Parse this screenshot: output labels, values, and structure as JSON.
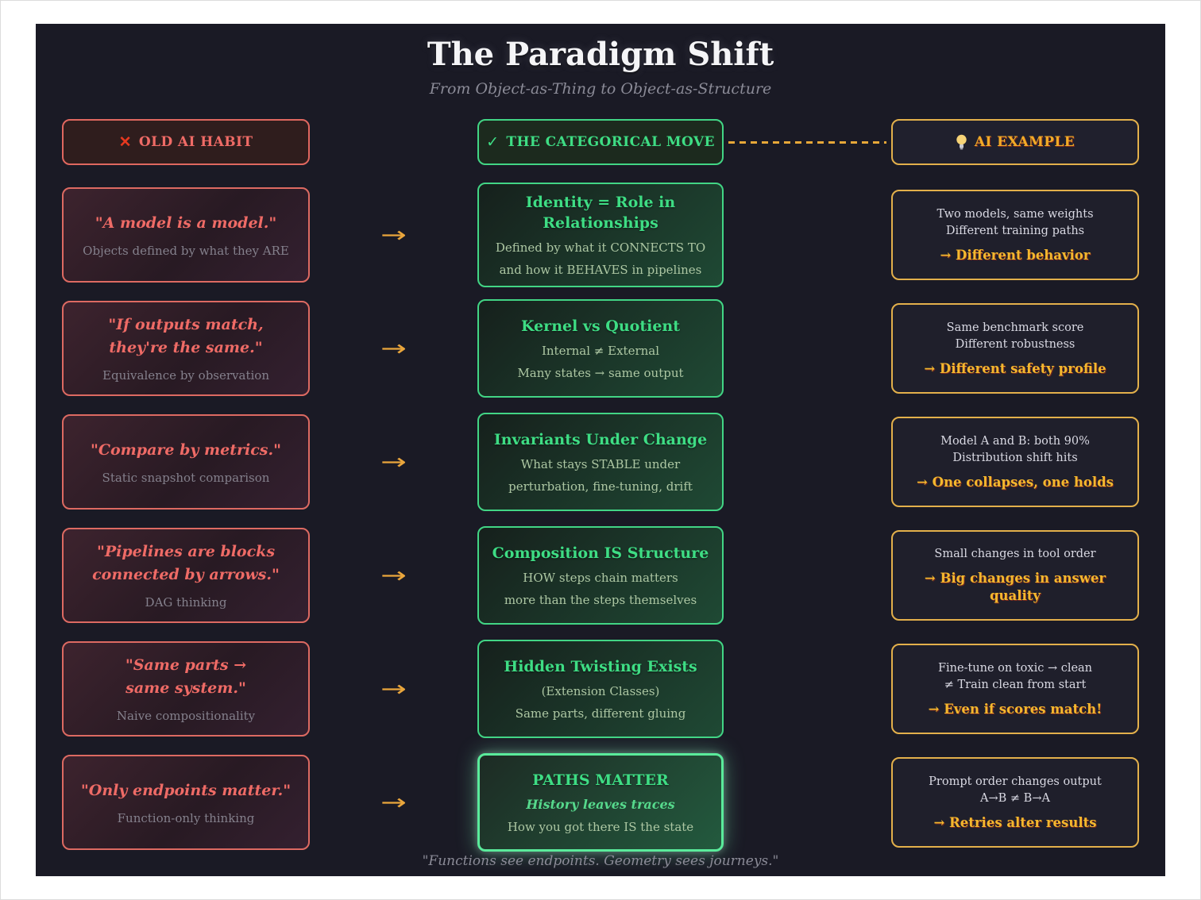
{
  "header": {
    "title": "The Paradigm Shift",
    "subtitle": "From Object-as-Thing to Object-as-Structure"
  },
  "column_headers": {
    "old": {
      "icon": "✕",
      "label": "OLD AI HABIT"
    },
    "move": {
      "icon": "✓",
      "label": "THE CATEGORICAL MOVE"
    },
    "example": {
      "icon": "lightbulb-icon",
      "label": "AI EXAMPLE"
    }
  },
  "arrow_glyph": "→",
  "colors": {
    "red_accent": "#ef6b66",
    "green_accent": "#3edd84",
    "gold_accent": "#f3b82e",
    "panel_background": "#1a1a25"
  },
  "rows": [
    {
      "old": {
        "quote": [
          "\"A model is a model.\""
        ],
        "label": "Objects defined by what they ARE"
      },
      "move": {
        "title": "Identity = Role in Relationships",
        "lines": [
          "Defined by what it CONNECTS TO",
          "and how it BEHAVES in pipelines"
        ]
      },
      "example": {
        "lines": [
          "Two models, same weights",
          "Different training paths"
        ],
        "result": "→ Different behavior"
      }
    },
    {
      "old": {
        "quote": [
          "\"If outputs match,",
          "they're the same.\""
        ],
        "label": "Equivalence by observation"
      },
      "move": {
        "title": "Kernel vs Quotient",
        "lines": [
          "Internal ≠ External",
          "Many states → same output"
        ]
      },
      "example": {
        "lines": [
          "Same benchmark score",
          "Different robustness"
        ],
        "result": "→ Different safety profile"
      }
    },
    {
      "old": {
        "quote": [
          "\"Compare by metrics.\""
        ],
        "label": "Static snapshot comparison"
      },
      "move": {
        "title": "Invariants Under Change",
        "lines": [
          "What stays STABLE under",
          "perturbation, fine-tuning, drift"
        ]
      },
      "example": {
        "lines": [
          "Model A and B: both 90%",
          "Distribution shift hits"
        ],
        "result": "→ One collapses, one holds"
      }
    },
    {
      "old": {
        "quote": [
          "\"Pipelines are blocks",
          "connected by arrows.\""
        ],
        "label": "DAG thinking"
      },
      "move": {
        "title": "Composition IS Structure",
        "lines": [
          "HOW steps chain matters",
          "more than the steps themselves"
        ]
      },
      "example": {
        "lines": [
          "Small changes in tool order"
        ],
        "result": "→ Big changes in answer quality"
      }
    },
    {
      "old": {
        "quote": [
          "\"Same parts →",
          "same system.\""
        ],
        "label": "Naive compositionality"
      },
      "move": {
        "title": "Hidden Twisting Exists",
        "lines": [
          "(Extension Classes)",
          "Same parts, different gluing"
        ]
      },
      "example": {
        "lines": [
          "Fine-tune on toxic → clean",
          "≠ Train clean from start"
        ],
        "result": "→ Even if scores match!"
      }
    },
    {
      "old": {
        "quote": [
          "\"Only endpoints matter.\""
        ],
        "label": "Function-only thinking"
      },
      "move": {
        "title": "PATHS MATTER",
        "italic_line": "History leaves traces",
        "lines": [
          "How you got there IS the state"
        ]
      },
      "example": {
        "lines": [
          "Prompt order changes output",
          "A→B ≠ B→A"
        ],
        "result": "→ Retries alter results"
      }
    }
  ],
  "footer": "\"Functions see endpoints. Geometry sees journeys.\""
}
